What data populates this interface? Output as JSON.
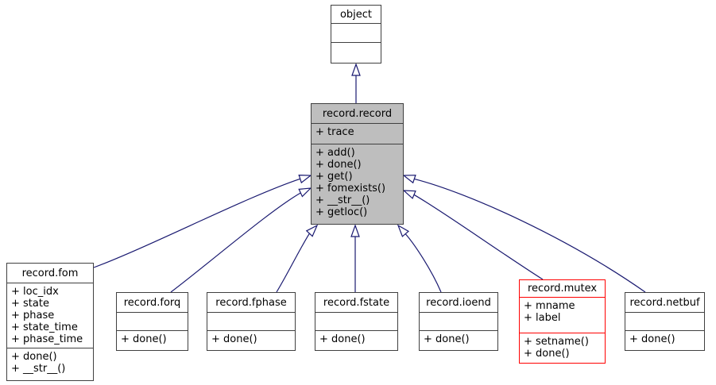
{
  "colors": {
    "edge": "#191970",
    "node_fill": "#ffffff",
    "focus_fill": "#bebebe",
    "border": "#404040",
    "highlight_border": "#ff0000"
  },
  "classes": {
    "object": {
      "name": "object",
      "attributes": [],
      "methods": []
    },
    "record_record": {
      "name": "record.record",
      "attributes": [
        "+ trace"
      ],
      "methods": [
        "+ add()",
        "+ done()",
        "+ get()",
        "+ fomexists()",
        "+ __str__()",
        "+ getloc()"
      ]
    },
    "record_fom": {
      "name": "record.fom",
      "attributes": [
        "+ loc_idx",
        "+ state",
        "+ phase",
        "+ state_time",
        "+ phase_time"
      ],
      "methods": [
        "+ done()",
        "+ __str__()"
      ]
    },
    "record_forq": {
      "name": "record.forq",
      "attributes": [],
      "methods": [
        "+ done()"
      ]
    },
    "record_fphase": {
      "name": "record.fphase",
      "attributes": [],
      "methods": [
        "+ done()"
      ]
    },
    "record_fstate": {
      "name": "record.fstate",
      "attributes": [],
      "methods": [
        "+ done()"
      ]
    },
    "record_ioend": {
      "name": "record.ioend",
      "attributes": [],
      "methods": [
        "+ done()"
      ]
    },
    "record_mutex": {
      "name": "record.mutex",
      "attributes": [
        "+ mname",
        "+ label"
      ],
      "methods": [
        "+ setname()",
        "+ done()"
      ]
    },
    "record_netbuf": {
      "name": "record.netbuf",
      "attributes": [],
      "methods": [
        "+ done()"
      ]
    }
  },
  "edges": [
    {
      "from": "record.record",
      "to": "object"
    },
    {
      "from": "record.fom",
      "to": "record.record"
    },
    {
      "from": "record.forq",
      "to": "record.record"
    },
    {
      "from": "record.fphase",
      "to": "record.record"
    },
    {
      "from": "record.fstate",
      "to": "record.record"
    },
    {
      "from": "record.ioend",
      "to": "record.record"
    },
    {
      "from": "record.mutex",
      "to": "record.record"
    },
    {
      "from": "record.netbuf",
      "to": "record.record"
    }
  ]
}
